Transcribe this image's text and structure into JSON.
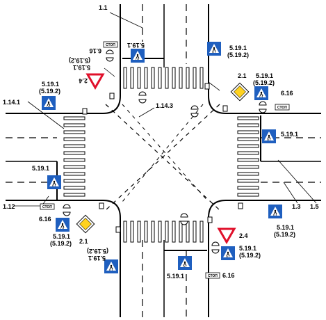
{
  "line_refs": {
    "vertical_solid": "1.1",
    "zebra_west": "1.14.1",
    "diagonal_lines": "1.14.3",
    "west_stop_line": "1.12",
    "east_dashed_short": "1.3",
    "east_dashed_long": "1.5"
  },
  "signs": {
    "crosswalk": "5.19.1",
    "crosswalk_alt": "(5.19.2)",
    "main_road": "2.1",
    "give_way": "2.4",
    "stop_plate_code": "6.16",
    "stop_plate_text": "СТОП"
  },
  "colors": {
    "sign_blue": "#1f5fbf",
    "sign_yellow": "#ffd21f",
    "sign_red": "#e0102b"
  }
}
